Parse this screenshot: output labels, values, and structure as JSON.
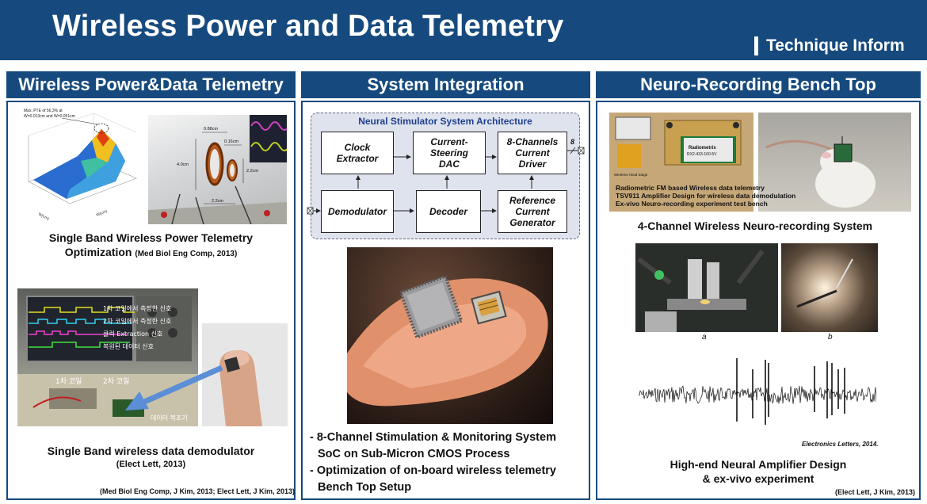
{
  "banner": {
    "title": "Wireless Power and Data Telemetry",
    "tag": "Technique Inform"
  },
  "columns": {
    "left": {
      "heading": "Wireless Power&Data Telemetry",
      "plot_notes": [
        "Max. PTE of 56.3% at",
        "W",
        "=0.013cm and W",
        "=0.051cm"
      ],
      "plot_axis": [
        "W",
        "(cm)"
      ],
      "coil_labels": [
        "0.88cm",
        "0.16cm",
        "4.0cm",
        "2.2cm",
        "2.2cm"
      ],
      "caption1_line1": "Single Band Wireless Power Telemetry",
      "caption1_line2": "Optimization",
      "caption1_ref": "(Med Biol Eng Comp, 2013)",
      "scope_labels": [
        "1차 코일에서 측정한 신호",
        "2차 코일에서 측정한 신호",
        "클럭 Extraction 신호",
        "복원된 데이터 신호"
      ],
      "bench_labels": [
        "1차 코일",
        "2차 코일",
        "데이터 복조기"
      ],
      "caption2_line1": "Single Band wireless data demodulator",
      "caption2_ref": "(Elect Lett, 2013)",
      "footer_ref": "(Med Biol Eng Comp, J Kim, 2013; Elect Lett, J Kim, 2013)"
    },
    "middle": {
      "heading": "System Integration",
      "diagram_title": "Neural Stimulator System Architecture",
      "blocks": {
        "clock": "Clock Extractor",
        "dac": "Current-Steering DAC",
        "driver": "8-Channels Current Driver",
        "demod": "Demodulator",
        "decoder": "Decoder",
        "ref": "Reference Current Generator"
      },
      "bus_width": "8",
      "bullets": [
        {
          "line1": "8-Channel Stimulation & Monitoring System",
          "line2": "SoC on Sub-Micron CMOS Process"
        },
        {
          "line1": "Optimization of on-board wireless telemetry",
          "line2": "Bench Top Setup"
        }
      ]
    },
    "right": {
      "heading": "Neuro-Recording Bench Top",
      "board_labels": [
        "Radiometrix",
        "RX2-433-160-5V",
        "Wireless Head Stage"
      ],
      "notes": [
        "Radiometric FM based Wireless data telemetry",
        "TSV911 Amplifier Design for wireless data demodulation",
        "Ex-vivo Neuro-recording experiment test bench"
      ],
      "caption1": "4-Channel Wireless Neuro-recording System",
      "label_a": "a",
      "label_b": "b",
      "trace_ref": "Electronics Letters, 2014.",
      "caption2_line1": "High-end Neural Amplifier Design",
      "caption2_line2": "& ex-vivo experiment",
      "footer_ref": "(Elect Lett, J Kim, 2013)"
    }
  },
  "colors": {
    "brand": "#164a7e",
    "diagram_bg": "#dfe3ee",
    "diagram_title": "#1f3f8f"
  }
}
